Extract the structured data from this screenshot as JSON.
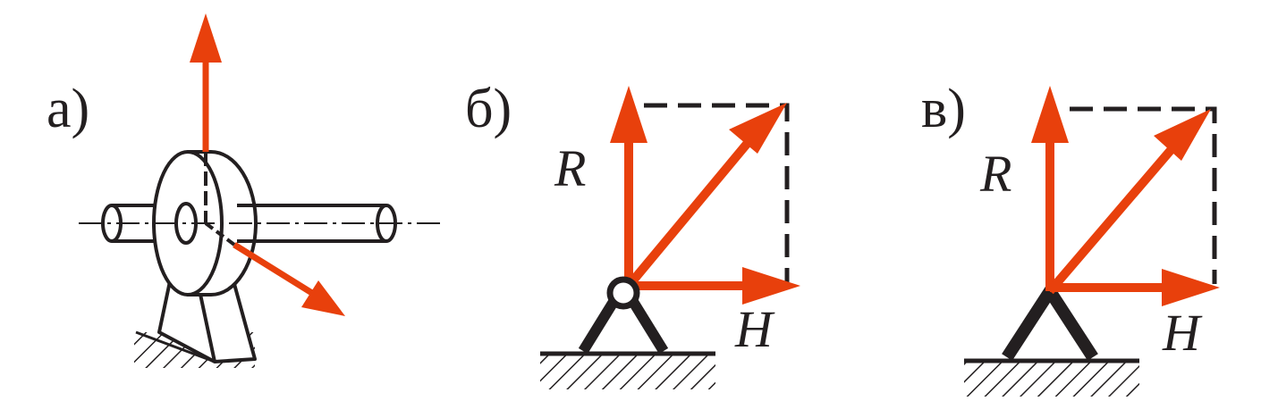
{
  "panels": [
    {
      "label": "а)"
    },
    {
      "label": "б)",
      "force_labels": {
        "vertical": "R",
        "horizontal": "H"
      }
    },
    {
      "label": "в)",
      "force_labels": {
        "vertical": "R",
        "horizontal": "H"
      }
    }
  ],
  "colors": {
    "force_arrow": "#e8400c",
    "ink": "#231f20",
    "background": "#ffffff"
  }
}
